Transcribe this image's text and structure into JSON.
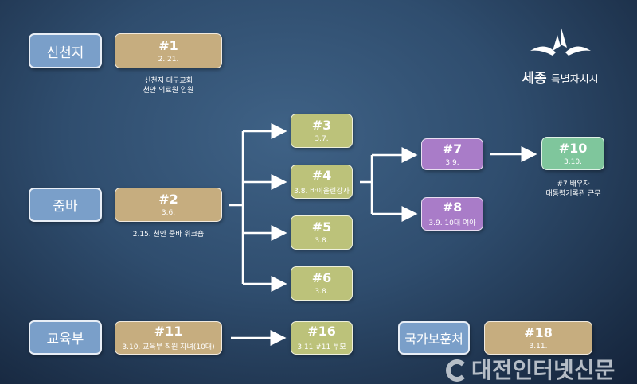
{
  "categories": {
    "shincheonji": "신천지",
    "zumba": "줌바",
    "education": "교육부",
    "veterans": "국가보훈처"
  },
  "cases": {
    "c1": {
      "num": "#1",
      "date": "2. 21.",
      "note1": "신천지 대구교회",
      "note2": "천안 의료원 입원"
    },
    "c2": {
      "num": "#2",
      "date": "3.6.",
      "note": "2.15. 천안 줌바 워크숍"
    },
    "c3": {
      "num": "#3",
      "date": "3.7."
    },
    "c4": {
      "num": "#4",
      "date": "3.8. 바이올린강사"
    },
    "c5": {
      "num": "#5",
      "date": "3.8."
    },
    "c6": {
      "num": "#6",
      "date": "3.8."
    },
    "c7": {
      "num": "#7",
      "date": "3.9."
    },
    "c8": {
      "num": "#8",
      "date": "3.9. 10대 여아"
    },
    "c10": {
      "num": "#10",
      "date": "3.10.",
      "note1": "#7 배우자",
      "note2": "대통령기록관 근무"
    },
    "c11": {
      "num": "#11",
      "date": "3.10. 교육부 직원 자녀(10대)"
    },
    "c16": {
      "num": "#16",
      "date": "3.11 #11 부모"
    },
    "c18": {
      "num": "#18",
      "date": "3.11."
    }
  },
  "logo": {
    "name": "세종",
    "suffix": "특별자치시"
  },
  "watermark": "대전인터넷신문"
}
